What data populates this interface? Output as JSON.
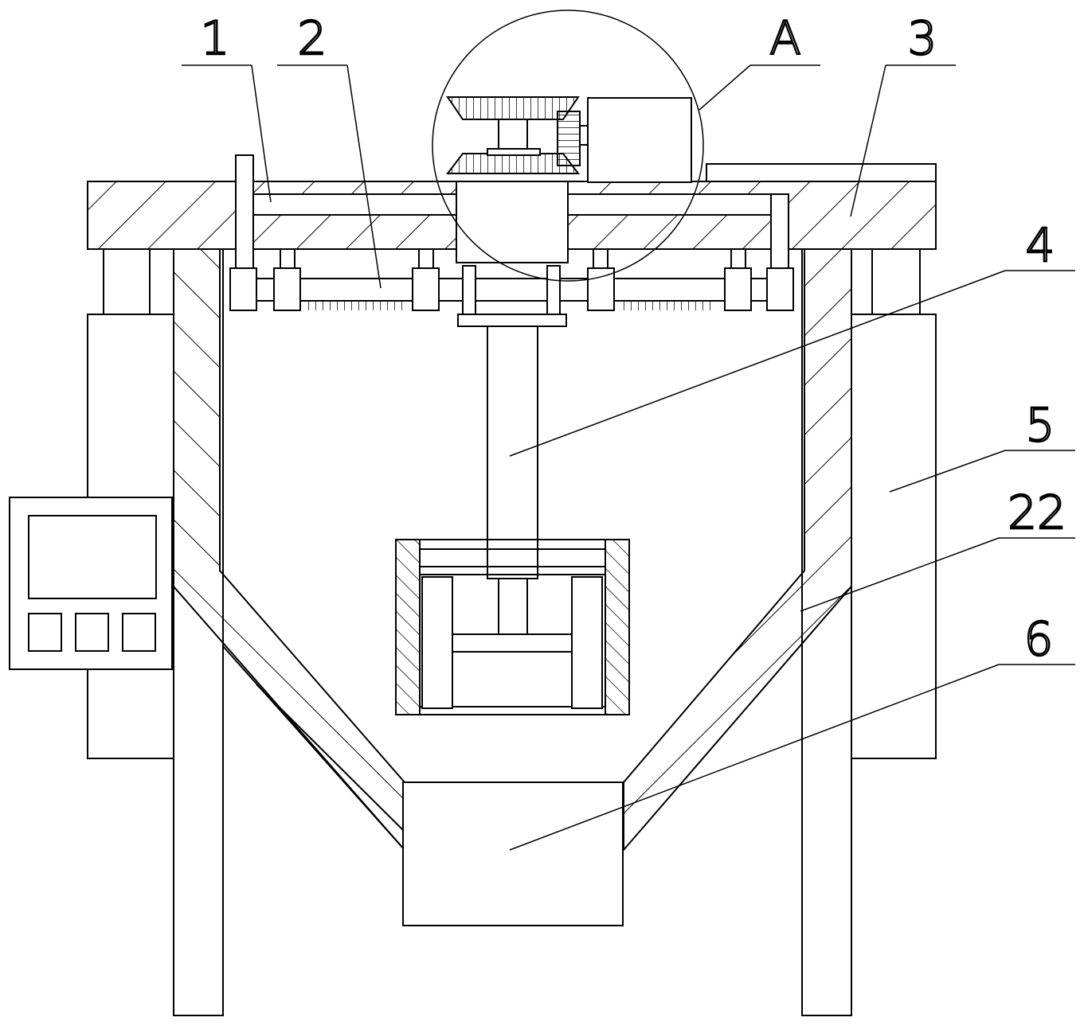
{
  "figure": {
    "callouts": [
      {
        "id": "1",
        "text": "1"
      },
      {
        "id": "2",
        "text": "2"
      },
      {
        "id": "A",
        "text": "A"
      },
      {
        "id": "3",
        "text": "3"
      },
      {
        "id": "4",
        "text": "4"
      },
      {
        "id": "5",
        "text": "5"
      },
      {
        "id": "22",
        "text": "22"
      },
      {
        "id": "6",
        "text": "6"
      }
    ]
  }
}
